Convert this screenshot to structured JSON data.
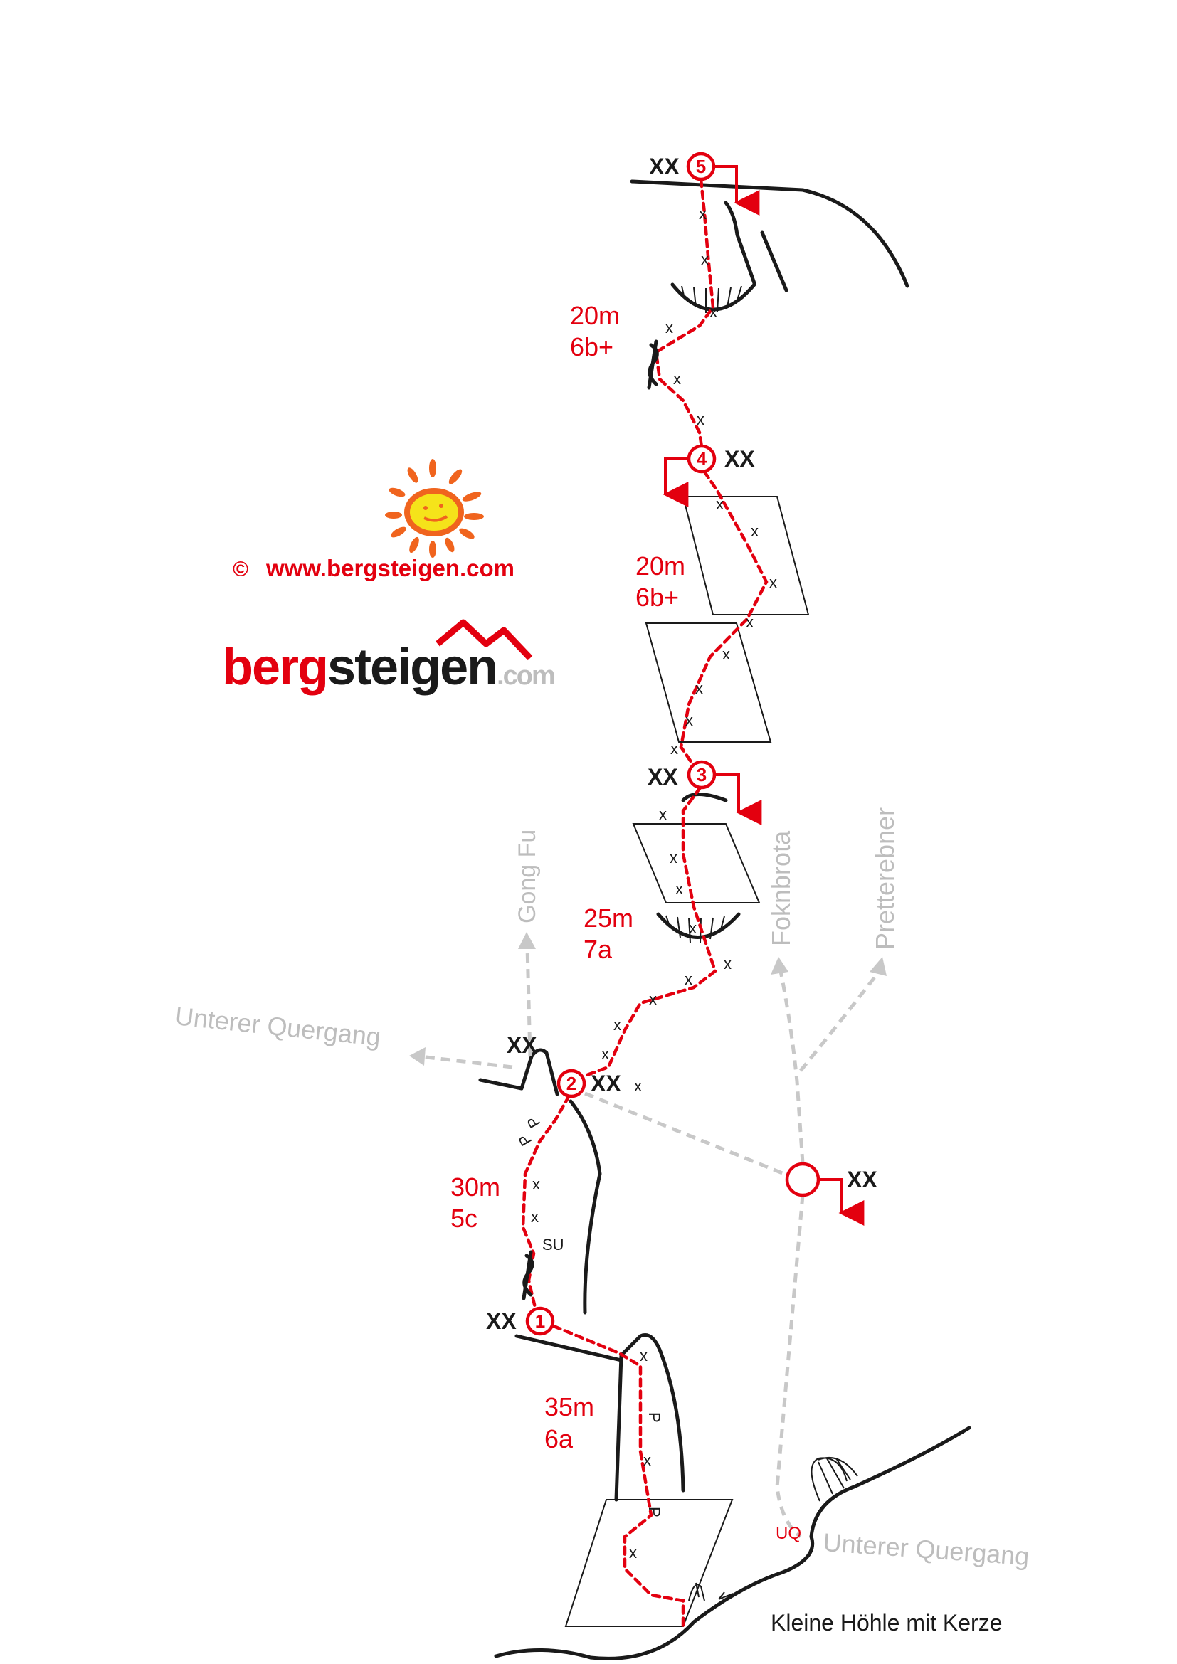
{
  "marks": {
    "bolt": "x",
    "anchor": "XX",
    "sling": "SU",
    "piton": "P"
  },
  "belays": [
    {
      "number": "1"
    },
    {
      "number": "2"
    },
    {
      "number": "3"
    },
    {
      "number": "4"
    },
    {
      "number": "5"
    }
  ],
  "pitches": [
    {
      "length": "35m",
      "grade": "6a"
    },
    {
      "length": "30m",
      "grade": "5c"
    },
    {
      "length": "25m",
      "grade": "7a"
    },
    {
      "length": "20m",
      "grade": "6b+"
    },
    {
      "length": "20m",
      "grade": "6b+"
    }
  ],
  "other_routes": {
    "gong_fu": "Gong Fu",
    "unterer_quergang": "Unterer Quergang",
    "foknbrota": "Foknbrota",
    "pretterebner": "Pretterebner"
  },
  "start": {
    "uq_label": "UQ",
    "traverse_label": "Unterer Quergang",
    "cave_note": "Kleine Höhle mit Kerze"
  },
  "branding": {
    "copyright": "©",
    "url": "www.bergsteigen.com",
    "logo_berg": "berg",
    "logo_steigen": "steigen",
    "logo_com": ".com"
  },
  "colors": {
    "route": "#e3000f",
    "other_routes": "#bdbdbd",
    "rock": "#1a1a1a"
  }
}
